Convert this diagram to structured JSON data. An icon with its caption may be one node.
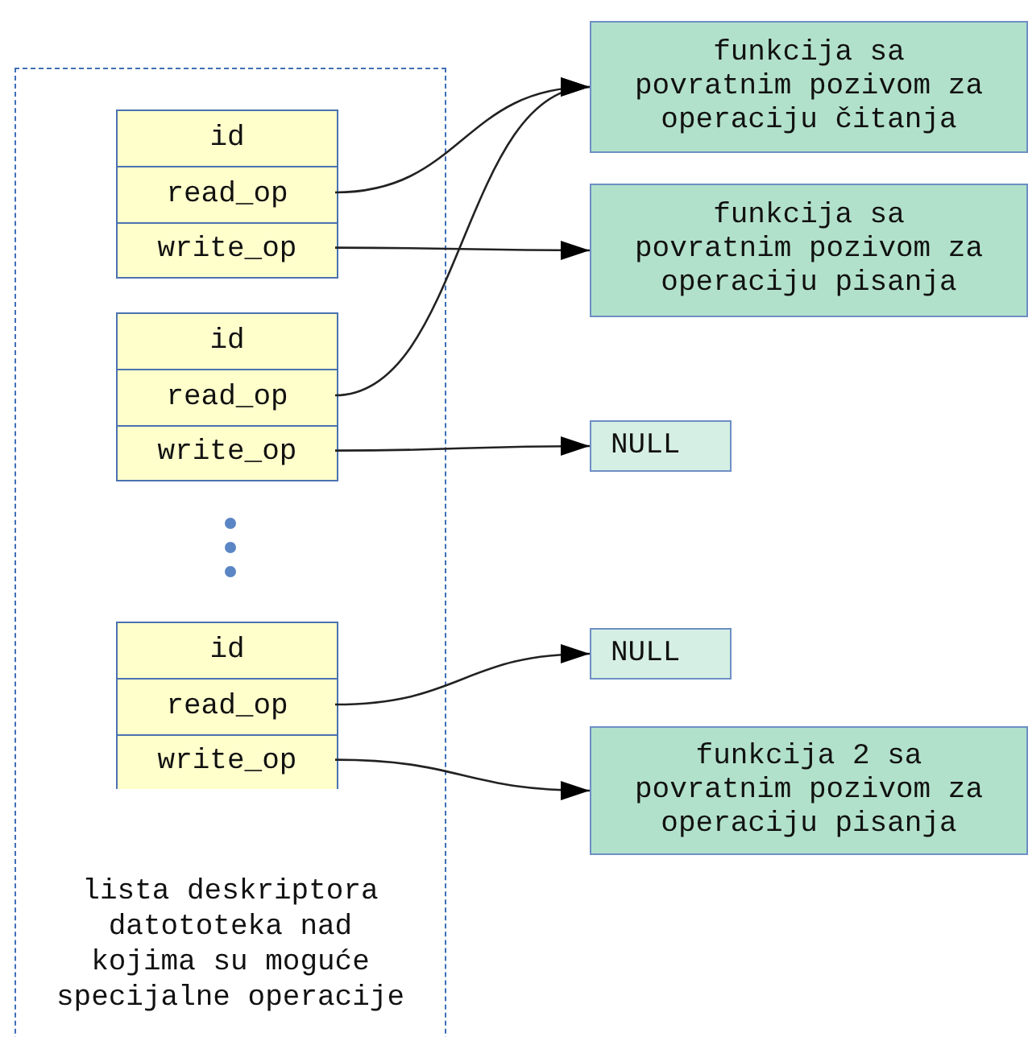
{
  "diagram": {
    "nodes": [
      {
        "text": [
          "lista deskriptora datototeka nad kojima su moguće specijalne operacije"
        ]
      },
      {
        "text": [],
        "shape": "box",
        "in": 0
      },
      {
        "text": [
          "id"
        ],
        "in": 1
      },
      {
        "text": [
          "read_op"
        ],
        "in": 1
      },
      {
        "text": [
          "write_op"
        ],
        "in": 1
      },
      {
        "text": [],
        "shape": "box",
        "in": 0
      },
      {
        "text": [
          "id"
        ],
        "in": 5
      },
      {
        "text": [
          "read_op"
        ],
        "in": 5
      },
      {
        "text": [
          "write_op"
        ],
        "in": 5
      },
      {
        "text": [],
        "shape": "box",
        "in": 0
      },
      {
        "text": [
          "id"
        ],
        "in": 9
      },
      {
        "text": [
          "read_op"
        ],
        "in": 9
      },
      {
        "text": [
          "write_op"
        ],
        "in": 9
      },
      {
        "text": [
          "funkcija sa povratnim pozivom za operaciju čitanja"
        ]
      },
      {
        "text": [
          "funkcija sa povratnim pozivom za operaciju pisanja"
        ]
      },
      {
        "text": [
          "NULL"
        ]
      },
      {
        "text": [
          "NULL"
        ]
      },
      {
        "text": [
          "funkcija 2 sa povratnim pozivom za operaciju pisanja"
        ]
      }
    ],
    "edges": [
      {
        "from": 3,
        "to": 13,
        "arrow": "to"
      },
      {
        "from": 4,
        "to": 14,
        "arrow": "to"
      },
      {
        "from": 7,
        "to": 13,
        "arrow": "to"
      },
      {
        "from": 8,
        "to": 15,
        "arrow": "to"
      },
      {
        "from": 11,
        "to": 16,
        "arrow": "to"
      },
      {
        "from": 12,
        "to": 17,
        "arrow": "to"
      }
    ]
  }
}
